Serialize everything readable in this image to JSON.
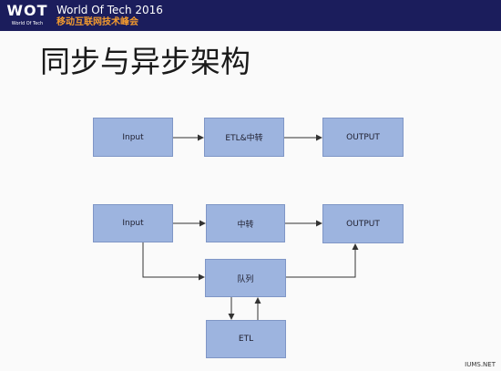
{
  "header": {
    "logo_text": "WOT",
    "logo_subtext": "World Of Tech",
    "title": "World Of Tech 2016",
    "subtitle": "移动互联网技术峰会"
  },
  "slide": {
    "title": "同步与异步架构"
  },
  "diagram": {
    "sync_flow": {
      "input": "Input",
      "etl_relay": "ETL&中转",
      "output": "OUTPUT"
    },
    "async_flow": {
      "input": "Input",
      "relay": "中转",
      "output": "OUTPUT",
      "queue": "队列",
      "etl": "ETL"
    },
    "colors": {
      "box_fill": "#9db4df",
      "box_border": "#7f96c6",
      "arrow": "#333333"
    }
  },
  "footer": {
    "watermark": "IUMS.NET"
  }
}
